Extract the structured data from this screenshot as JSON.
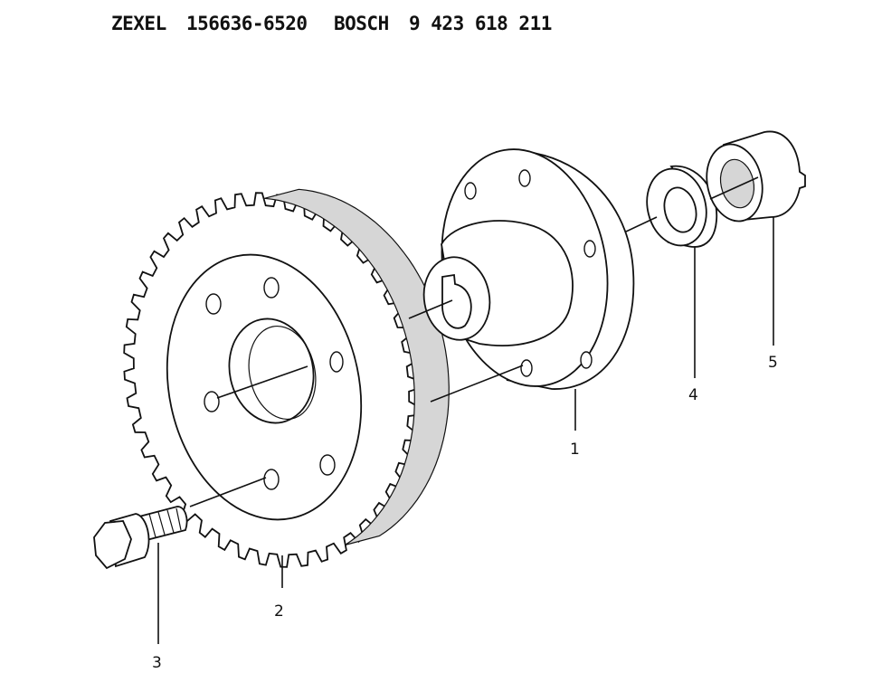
{
  "header": {
    "brand_1": "ZEXEL",
    "part_number_1": "156636-6520",
    "brand_2": "BOSCH",
    "part_number_2": "9 423 618 211"
  },
  "callouts": [
    "1",
    "2",
    "3",
    "4",
    "5"
  ]
}
